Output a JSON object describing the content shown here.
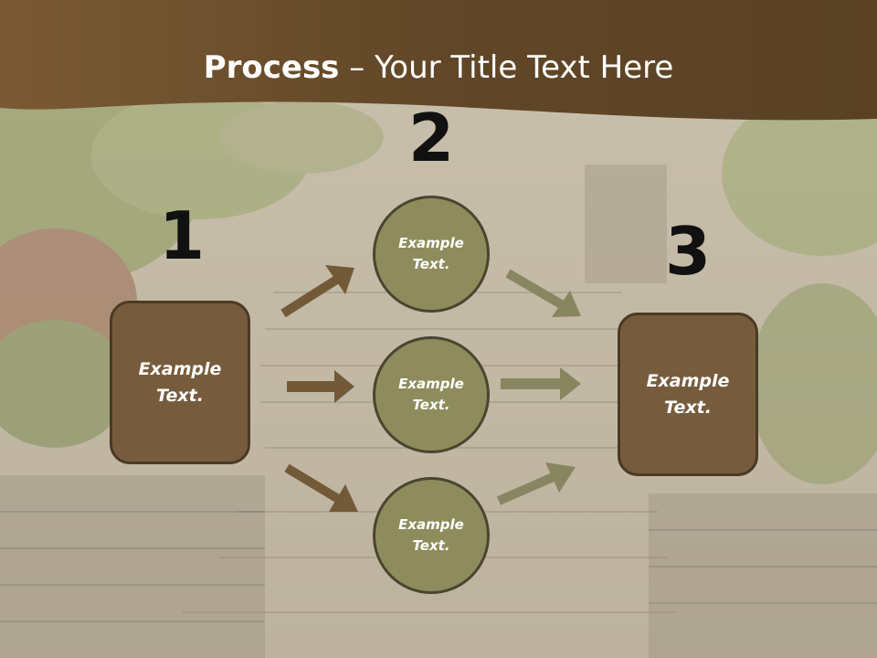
{
  "slide": {
    "title_bold": "Process",
    "title_rest": " – Your Title Text Here",
    "step_numbers": [
      "1",
      "2",
      "3"
    ],
    "left_box": "Example\nText.",
    "right_box": "Example\nText.",
    "circles": [
      "Example\nText.",
      "Example\nText.",
      "Example\nText."
    ]
  },
  "colors": {
    "header_brown": "#6b4f30",
    "box_brown": "#765c3d",
    "circle_olive": "#8e8c5c",
    "arrow_brown": "#725a38",
    "arrow_olive": "#878660"
  }
}
